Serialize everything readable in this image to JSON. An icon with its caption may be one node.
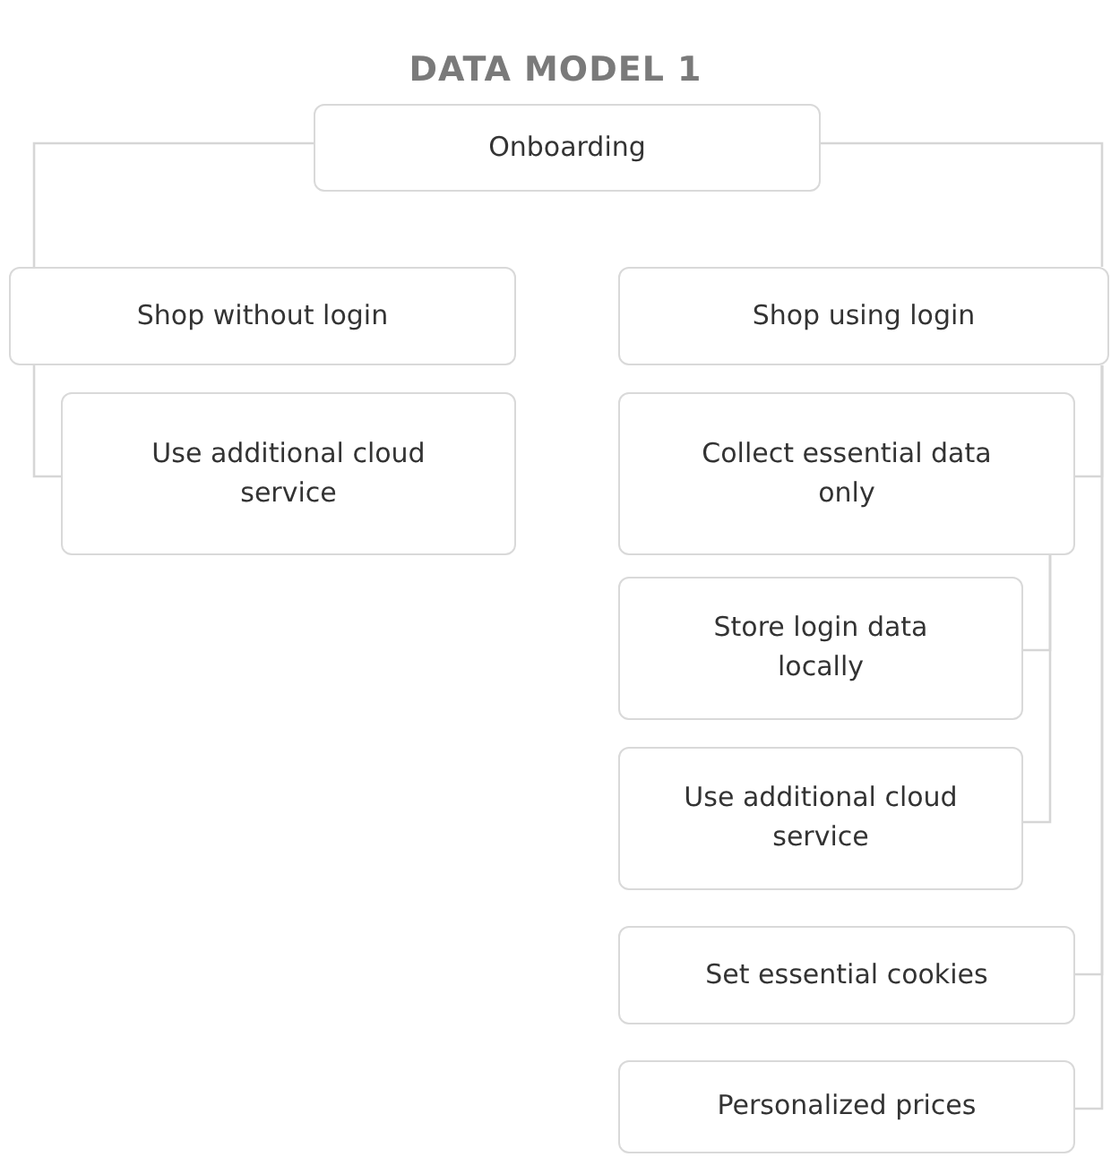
{
  "diagram": {
    "title": "DATA MODEL 1",
    "nodes": [
      {
        "text": [
          "Onboarding"
        ]
      },
      {
        "text": [
          "Shop without login"
        ]
      },
      {
        "text": [
          "Use additional cloud service"
        ]
      },
      {
        "text": [
          "Shop using login"
        ]
      },
      {
        "text": [
          "Collect essential data only"
        ]
      },
      {
        "text": [
          "Store login data locally"
        ]
      },
      {
        "text": [
          "Use additional cloud service"
        ]
      },
      {
        "text": [
          "Set essential cookies"
        ]
      },
      {
        "text": [
          "Personalized prices"
        ]
      }
    ],
    "edges": [
      {
        "from": 0,
        "to": 1,
        "arrow": "none"
      },
      {
        "from": 0,
        "to": 3,
        "arrow": "none"
      },
      {
        "from": 1,
        "to": 2,
        "arrow": "none"
      },
      {
        "from": 3,
        "to": 4,
        "arrow": "none"
      },
      {
        "from": 4,
        "to": 5,
        "arrow": "none"
      },
      {
        "from": 4,
        "to": 6,
        "arrow": "none"
      },
      {
        "from": 3,
        "to": 7,
        "arrow": "none"
      },
      {
        "from": 3,
        "to": 8,
        "arrow": "none"
      }
    ]
  }
}
